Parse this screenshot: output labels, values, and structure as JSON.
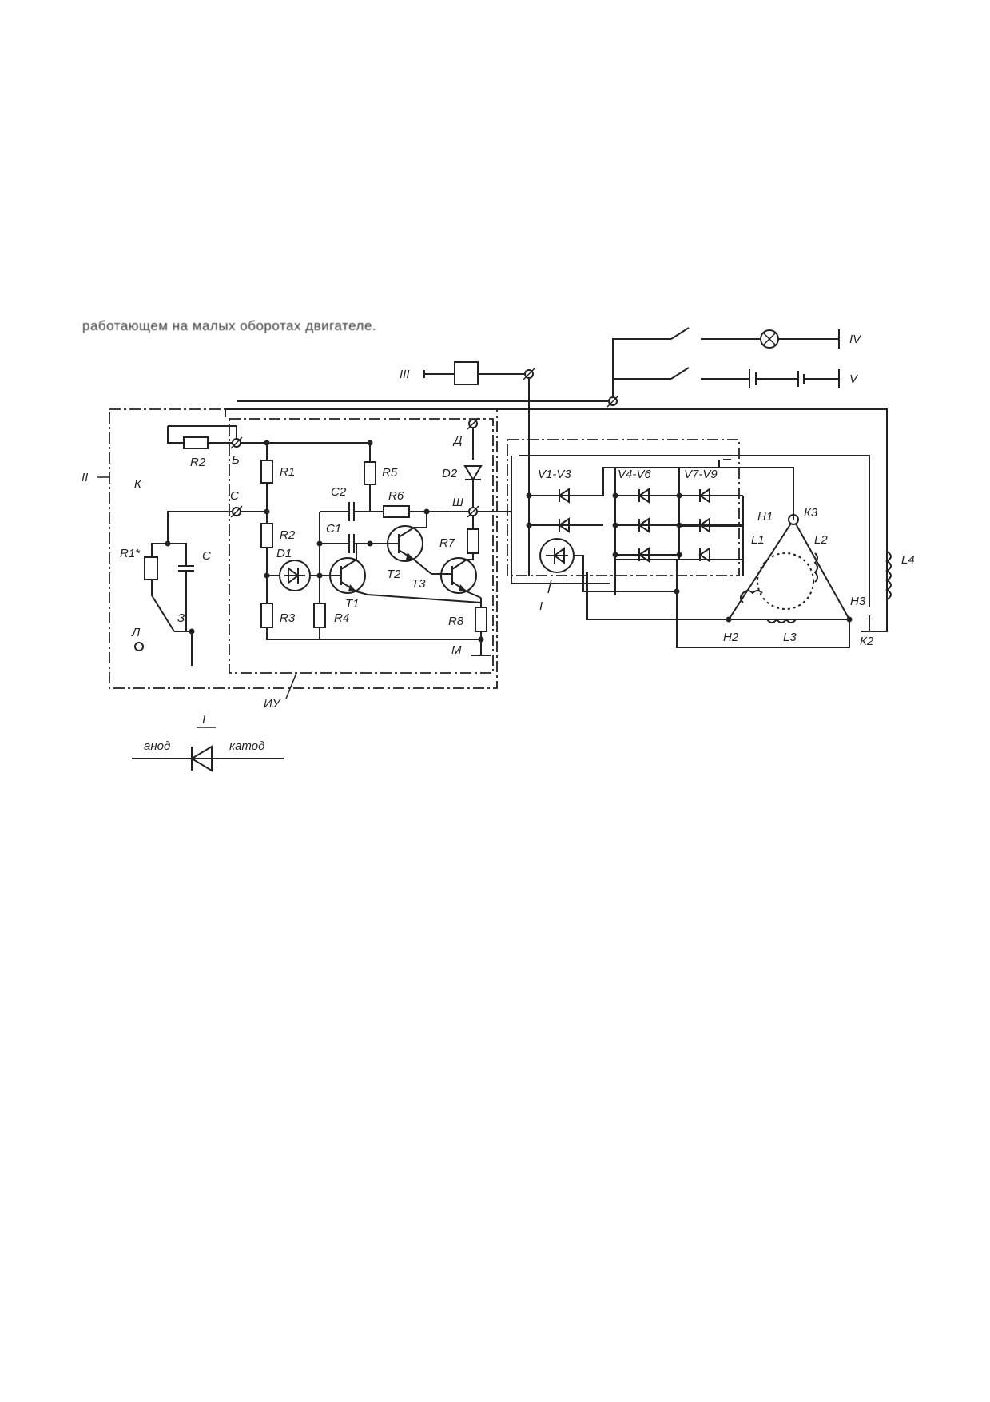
{
  "caption": "работающем на малых оборотах двигателе.",
  "labels": {
    "III": "III",
    "IV": "IV",
    "V": "V",
    "II": "II",
    "K": "К",
    "R2_top": "R2",
    "B": "Б",
    "R1": "R1",
    "R5": "R5",
    "C_term": "С",
    "C2": "С2",
    "R6": "R6",
    "D": "Д",
    "D2": "D2",
    "Sh": "Ш",
    "C1": "С1",
    "R2_mid": "R2",
    "D1": "D1",
    "T2": "Т2",
    "R7": "R7",
    "T1": "Т1",
    "T3": "Т3",
    "R8": "R8",
    "R3": "R3",
    "R4": "R4",
    "M": "М",
    "IU": "ИУ",
    "R1star": "R1*",
    "C_cap": "С",
    "Z": "З",
    "L_lamp": "Л",
    "V1V3": "V1-V3",
    "V4V6": "V4-V6",
    "V7V9": "V7-V9",
    "H1": "Н1",
    "K3": "К3",
    "L1": "L1",
    "L2": "L2",
    "L4": "L4",
    "H3": "Н3",
    "H2": "Н2",
    "L3": "L3",
    "K2": "К2",
    "I_mid": "I",
    "I_legend": "I",
    "anode": "анод",
    "cathode": "катод"
  }
}
